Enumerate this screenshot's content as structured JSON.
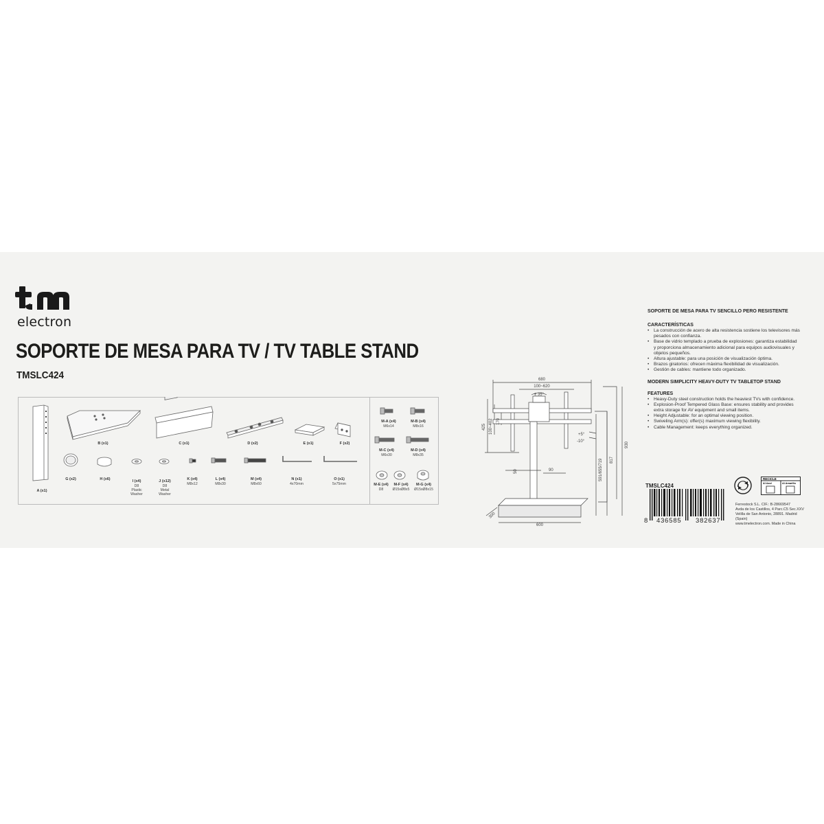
{
  "brand": {
    "logo_main": "tm",
    "logo_sub": "electron"
  },
  "title": "SOPORTE DE MESA PARA TV / TV TABLE STAND",
  "model": "TMSLC424",
  "parts": {
    "A": {
      "label": "A (x1)"
    },
    "B": {
      "label": "B (x1)"
    },
    "C": {
      "label": "C (x1)"
    },
    "D": {
      "label": "D (x2)"
    },
    "E": {
      "label": "E (x1)"
    },
    "F": {
      "label": "F (x2)"
    },
    "G": {
      "label": "G (x2)"
    },
    "H": {
      "label": "H (x6)"
    },
    "I": {
      "label": "I (x4)",
      "spec": "D8",
      "spec2": "Plastic",
      "spec3": "Washer"
    },
    "J": {
      "label": "J (x12)",
      "spec": "D8",
      "spec2": "Metal",
      "spec3": "Washer"
    },
    "K": {
      "label": "K (x4)",
      "spec": "M8x12"
    },
    "L": {
      "label": "L (x4)",
      "spec": "M8x30"
    },
    "M": {
      "label": "M (x4)",
      "spec": "M8x60"
    },
    "N": {
      "label": "N (x1)",
      "spec": "4x70mm"
    },
    "O": {
      "label": "O (x1)",
      "spec": "5x75mm"
    },
    "MA": {
      "label": "M-A (x4)",
      "spec": "M6x14"
    },
    "MB": {
      "label": "M-B (x4)",
      "spec": "M8x16"
    },
    "MC": {
      "label": "M-C (x4)",
      "spec": "M6x30"
    },
    "MD": {
      "label": "M-D (x4)",
      "spec": "M8x35"
    },
    "ME": {
      "label": "M-E (x4)",
      "spec": "D8"
    },
    "MF": {
      "label": "M-F (x4)",
      "spec": "Ø15xØ8x5"
    },
    "MG": {
      "label": "M-G (x4)",
      "spec": "Ø15xØ8x15"
    }
  },
  "dimensions": {
    "width_top": "680",
    "vesa_range": "100~620",
    "swivel": "± 35°",
    "height_left": "425",
    "vesa_v": "100~402",
    "v_170": "170",
    "tilt_up": "+5°",
    "tilt_down": "-10°",
    "h_50": "50",
    "h_90": "90",
    "height_adj": "591/655/719",
    "h_817": "817",
    "h_930": "930",
    "base_depth": "300",
    "base_width": "600"
  },
  "description": {
    "heading_es": "SOPORTE DE MESA PARA TV SENCILLO PERO RESISTENTE",
    "caracteristicas_title": "CARACTERÍSTICAS",
    "caracteristicas": [
      "La construcción de acero de alta resistencia sostiene los televisores más pesados con confianza.",
      "Base de vidrio templado a prueba de explosiones: garantiza estabilidad y proporciona almacenamiento adicional para equipos audiovisuales y objetos pequeños.",
      "Altura ajustable: para una posición de visualización óptima.",
      "Brazos giratorios: ofrecen máxima flexibilidad de visualización.",
      "Gestión de cables: mantiene todo organizado."
    ],
    "heading_en": "MODERN SIMPLICITY HEAVY-DUTY TV TABLETOP STAND",
    "features_title": "FEATURES",
    "features": [
      "Heavy-Duty steel construction holds the heaviest TVs with confidence.",
      "Explosion-Proof Tempered Glass Base: ensures stability and provides extra storage for AV equipment and small items.",
      "Height Adjustable: for an optimal viewing position.",
      "Swiveling Arm(s): offer(s) maximum viewing flexibility.",
      "Cable Management: keeps everything organized."
    ]
  },
  "barcode": {
    "model": "TMSLC424",
    "digit_first": "8",
    "group1": "436585",
    "group2": "382637"
  },
  "company": {
    "line1": "Ferrestock S.L. CIF.: B-28669547",
    "line2": "Avda de los Castillos, 4 Parc.C5 Sec.XXV",
    "line3": "Velilla de San Antonio, 28891. Madrid (Spain)",
    "line4": "www.tmelectron.com. Made in China"
  },
  "eco": {
    "top": "RECICLE",
    "left": "Al Azul",
    "right": "Al Amarillo"
  }
}
